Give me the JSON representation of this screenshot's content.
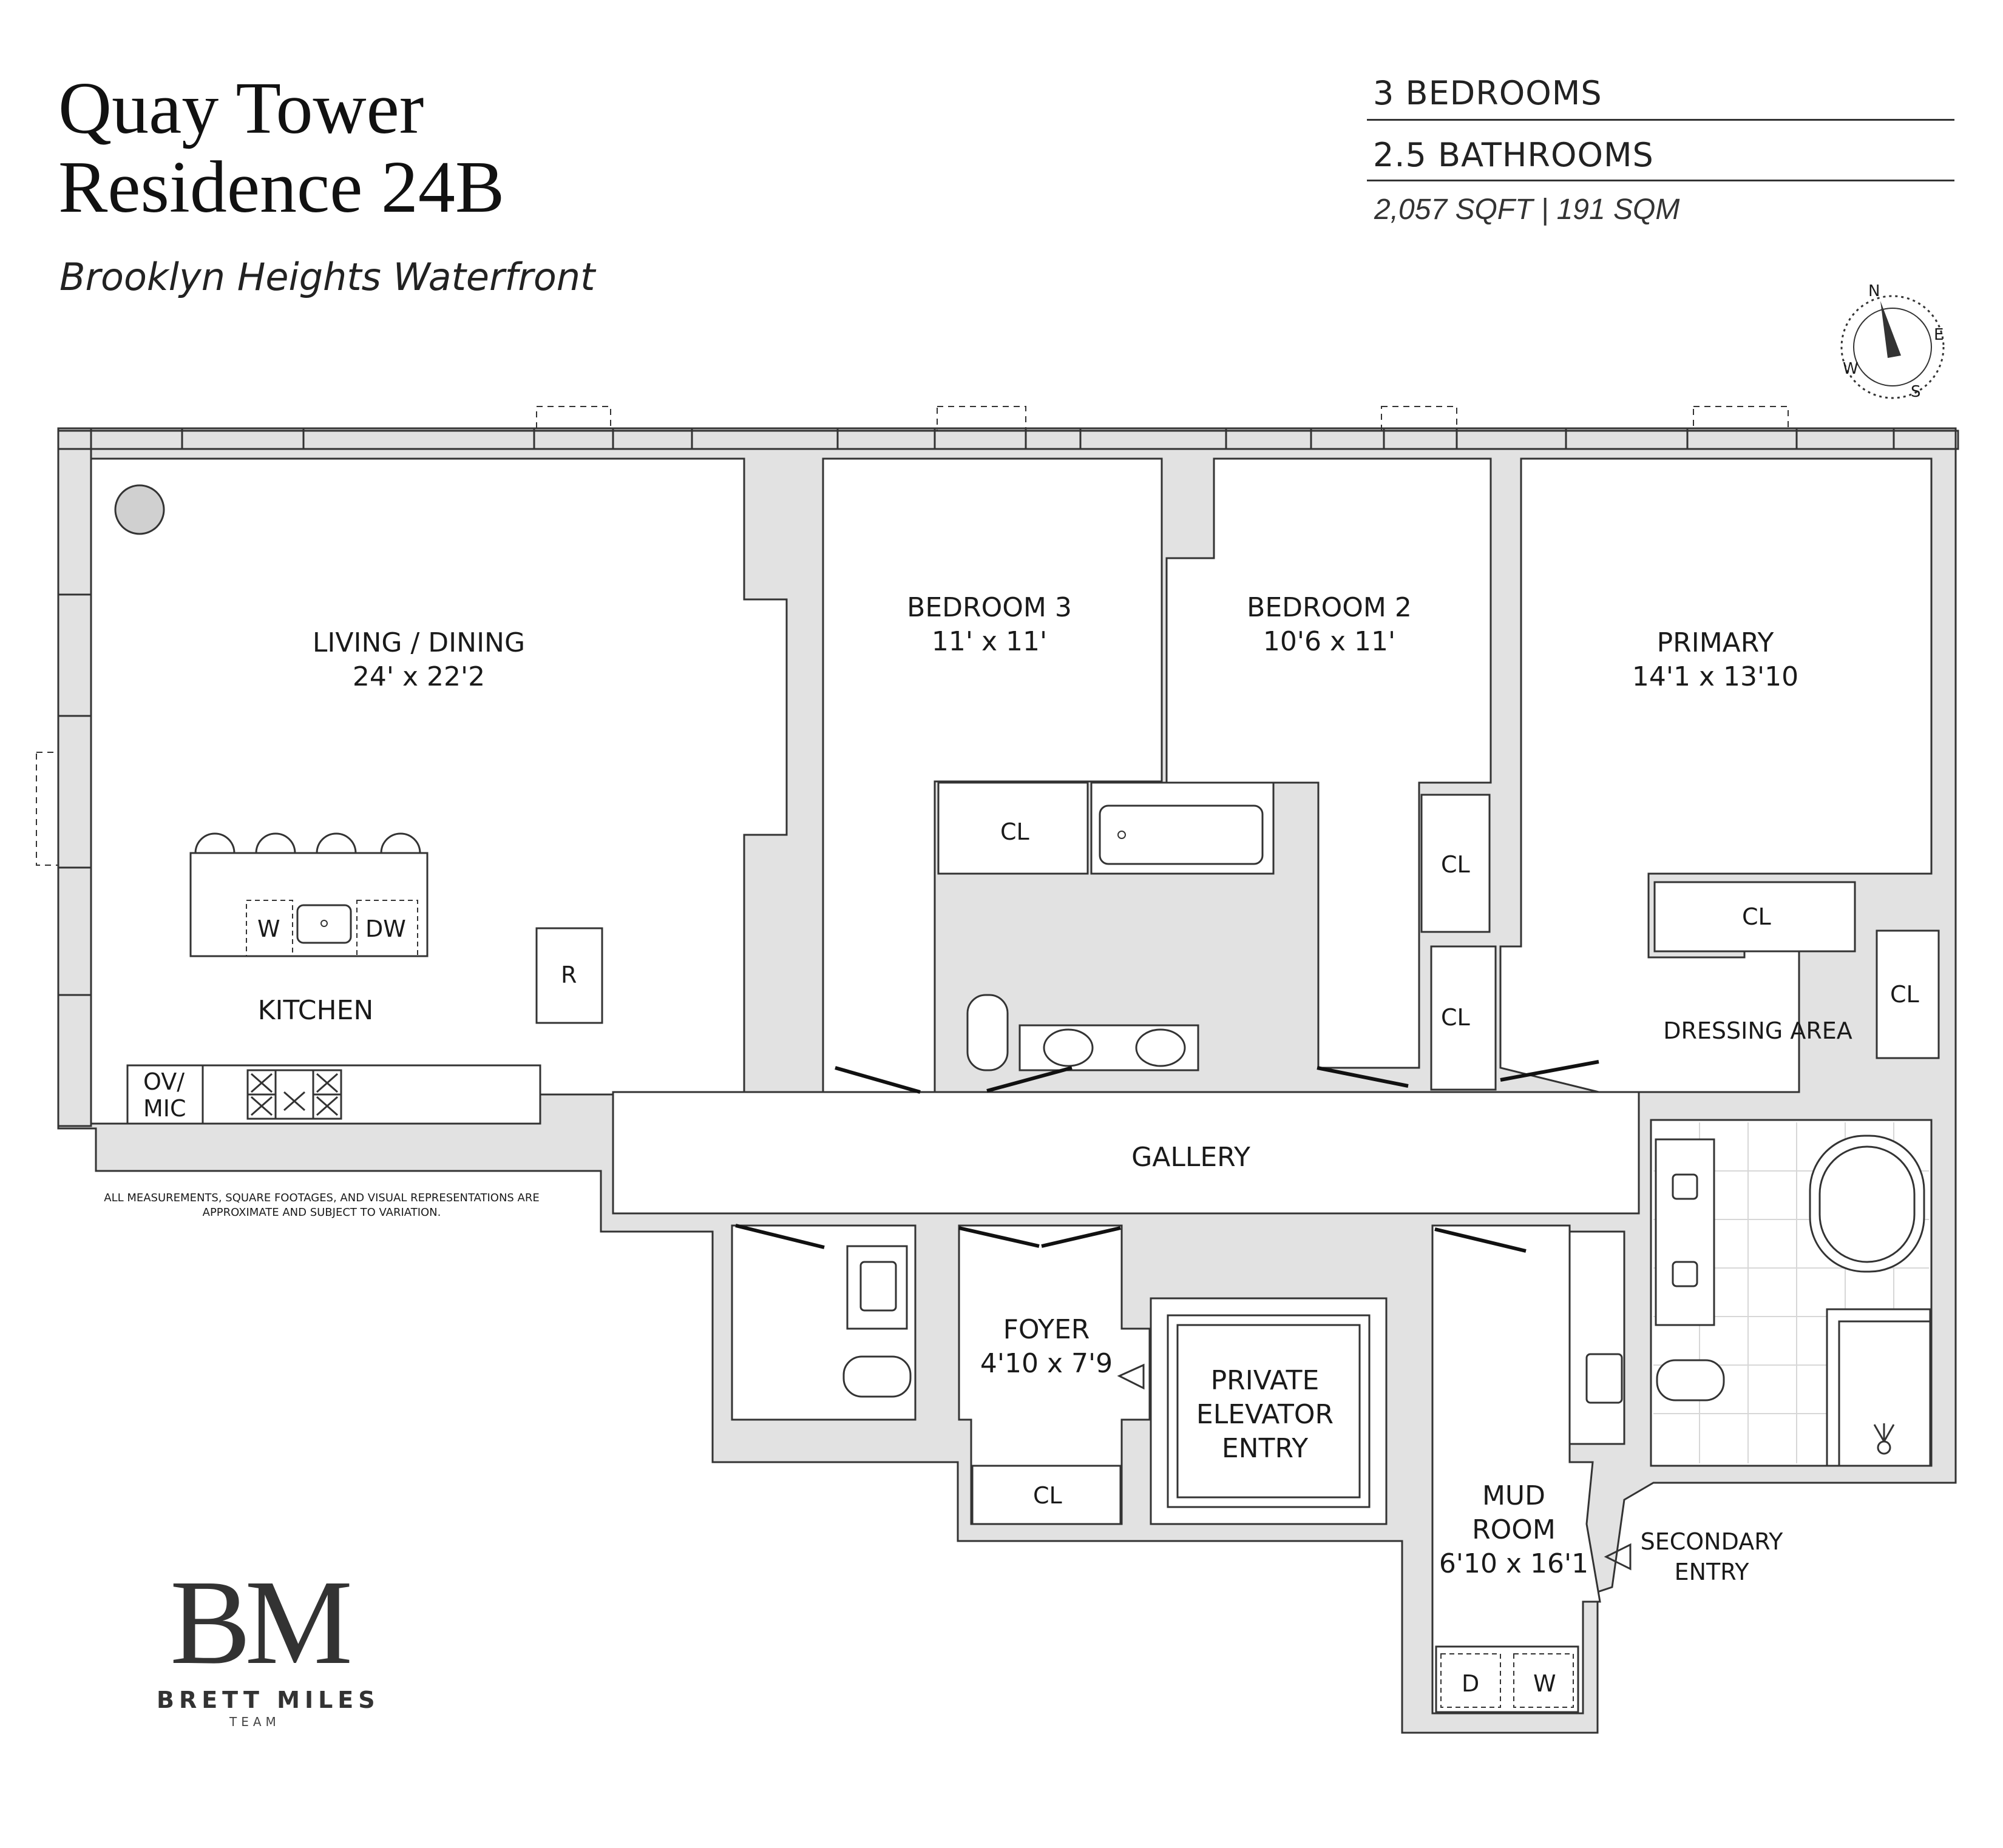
{
  "header": {
    "title_line1": "Quay Tower",
    "title_line2": "Residence 24B",
    "subtitle": "Brooklyn Heights Waterfront"
  },
  "specs": {
    "bedrooms": "3 BEDROOMS",
    "bathrooms": "2.5 BATHROOMS",
    "area": "2,057 SQFT | 191 SQM"
  },
  "compass": {
    "n": "N",
    "e": "E",
    "s": "S",
    "w": "W"
  },
  "rooms": {
    "living": {
      "name": "LIVING / DINING",
      "dims": "24' x 22'2"
    },
    "bedroom3": {
      "name": "BEDROOM 3",
      "dims": "11' x 11'"
    },
    "bedroom2": {
      "name": "BEDROOM 2",
      "dims": "10'6 x 11'"
    },
    "primary": {
      "name": "PRIMARY",
      "dims": "14'1 x 13'10"
    },
    "kitchen": "KITCHEN",
    "gallery": "GALLERY",
    "dressing": "DRESSING AREA",
    "foyer": {
      "name": "FOYER",
      "dims": "4'10 x 7'9"
    },
    "elevator": {
      "line1": "PRIVATE",
      "line2": "ELEVATOR",
      "line3": "ENTRY"
    },
    "mudroom": {
      "line1": "MUD",
      "line2": "ROOM",
      "dims": "6'10 x 16'1"
    },
    "secondary_entry": {
      "line1": "SECONDARY",
      "line2": "ENTRY"
    }
  },
  "fixtures": {
    "closet": "CL",
    "washer": "W",
    "dishwasher": "DW",
    "dryer": "D",
    "refrigerator": "R",
    "oven_line1": "OV/",
    "oven_line2": "MIC"
  },
  "disclaimer": {
    "line1": "ALL MEASUREMENTS, SQUARE FOOTAGES, AND VISUAL REPRESENTATIONS ARE",
    "line2": "APPROXIMATE AND SUBJECT TO VARIATION."
  },
  "logo": {
    "mark": "BM",
    "name": "BRETT MILES",
    "team": "TEAM"
  }
}
